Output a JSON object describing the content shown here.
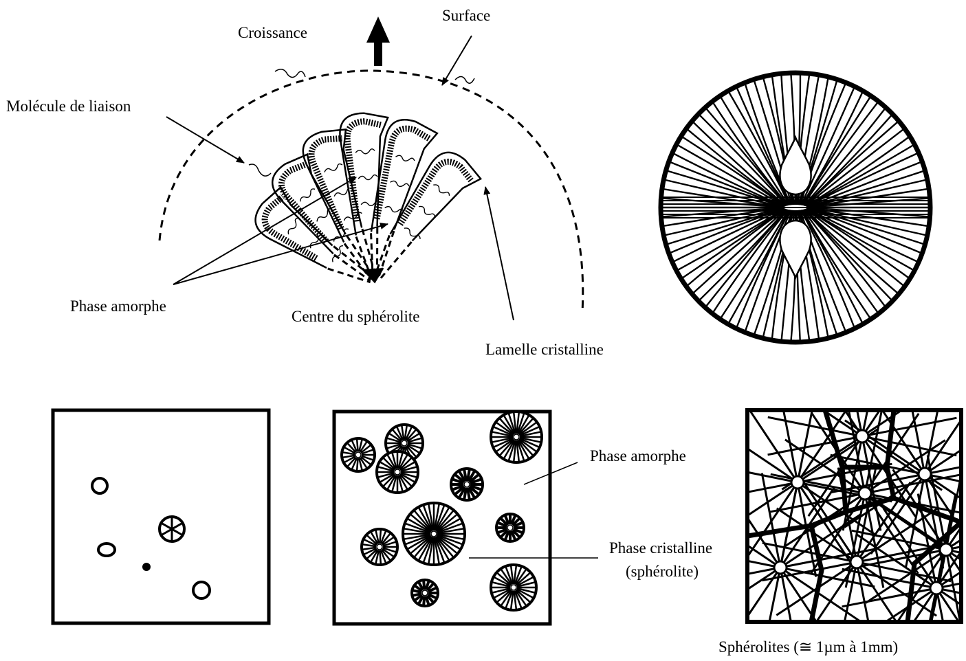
{
  "top_left_diagram": {
    "growth_label": "Croissance",
    "surface_label": "Surface",
    "tie_molecule_label": "Molécule  de liaison",
    "amorphous_label": "Phase amorphe",
    "center_label": "Centre du sphérolite",
    "lamella_label": "Lamelle cristalline"
  },
  "bottom_diagrams": {
    "amorphous_phase_label": "Phase amorphe",
    "crystalline_phase_label_line1": "Phase cristalline",
    "crystalline_phase_label_line2": "(sphérolite)",
    "spherulites_caption": "Sphérolites (≅  1µm à 1mm)"
  },
  "icons": [
    "growth-arrow-icon",
    "spherulite-disc-icon"
  ],
  "colors": {
    "ink": "#000000",
    "paper": "#ffffff"
  }
}
